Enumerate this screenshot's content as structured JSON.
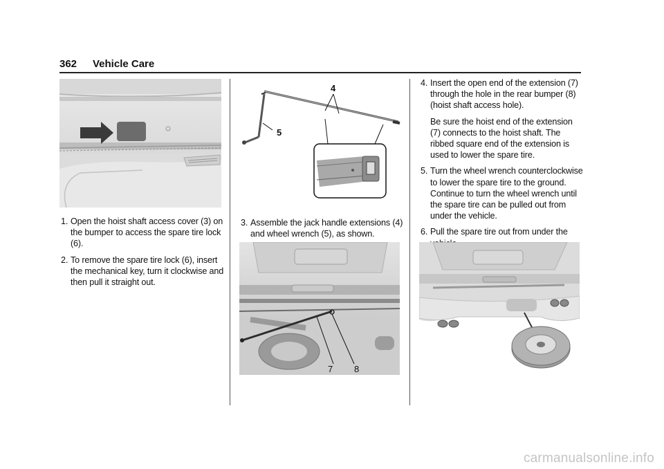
{
  "header": {
    "page_number": "362",
    "section_title": "Vehicle Care"
  },
  "column1": {
    "steps": [
      {
        "num": "1.",
        "text": "Open the hoist shaft access cover (3) on the bumper to access the spare tire lock (6)."
      },
      {
        "num": "2.",
        "text": "To remove the spare tire lock (6), insert the mechanical key, turn it clockwise and then pull it straight out."
      }
    ]
  },
  "column2": {
    "figure1_callouts": {
      "extensions": "4",
      "wrench": "5"
    },
    "steps": [
      {
        "num": "3.",
        "text": "Assemble the jack handle extensions (4) and wheel wrench (5), as shown."
      }
    ],
    "figure2_callouts": {
      "extension": "7",
      "hole": "8"
    }
  },
  "column3": {
    "step4": {
      "num": "4.",
      "text": "Insert the open end of the extension (7) through the hole in the rear bumper (8) (hoist shaft access hole).",
      "note": "Be sure the hoist end of the extension (7) connects to the hoist shaft. The ribbed square end of the extension is used to lower the spare tire."
    },
    "steps": [
      {
        "num": "5.",
        "text": "Turn the wheel wrench counterclockwise to lower the spare tire to the ground. Continue to turn the wheel wrench until the spare tire can be pulled out from under the vehicle."
      },
      {
        "num": "6.",
        "text": "Pull the spare tire out from under the vehicle."
      }
    ]
  },
  "watermark": "carmanualsonline.info"
}
